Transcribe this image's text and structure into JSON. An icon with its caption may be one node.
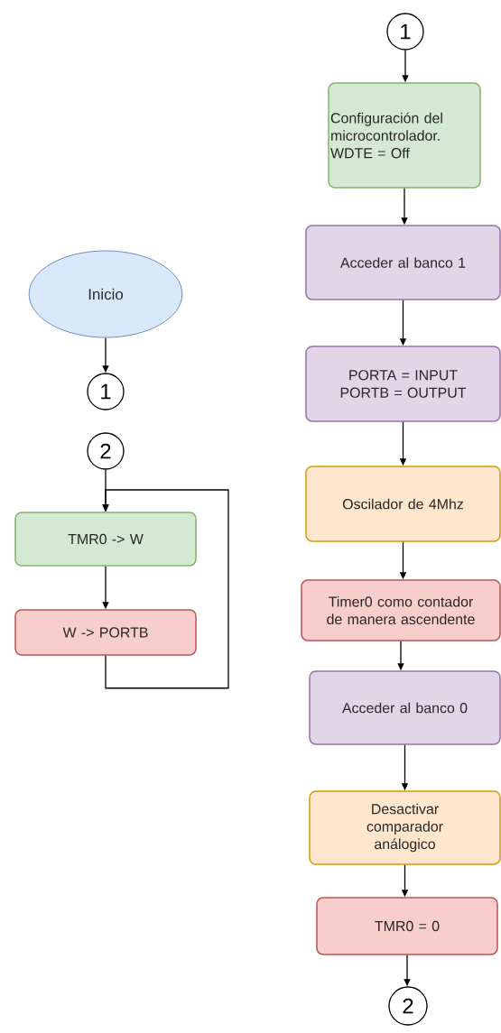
{
  "diagram": {
    "nodes": [
      {
        "text": [
          "Inicio"
        ]
      },
      {
        "text": [
          "1"
        ]
      },
      {
        "text": [
          "2"
        ]
      },
      {
        "text": [
          "TMR0 -> W"
        ]
      },
      {
        "text": [
          "W -> PORTB"
        ]
      },
      {
        "text": [
          "1"
        ]
      },
      {
        "text": [
          "Configuración del microcontrolador. WDTE = Off"
        ]
      },
      {
        "text": [
          "Acceder al banco 1"
        ]
      },
      {
        "text": [
          "PORTA = INPUT PORTB = OUTPUT"
        ]
      },
      {
        "text": [
          "Oscilador de 4Mhz"
        ]
      },
      {
        "text": [
          "Timer0 como contador de manera ascendente"
        ]
      },
      {
        "text": [
          "Acceder al banco 0"
        ]
      },
      {
        "text": [
          "Desactivar comparador análogico"
        ]
      },
      {
        "text": [
          "TMR0 = 0"
        ]
      },
      {
        "text": [
          "2"
        ]
      }
    ],
    "edges": [
      {
        "from": 0,
        "to": 1,
        "arrow": "to"
      },
      {
        "from": 2,
        "to": 3,
        "arrow": "to"
      },
      {
        "from": 3,
        "to": 4,
        "arrow": "to"
      },
      {
        "from": 4,
        "to": 3,
        "arrow": "to"
      },
      {
        "from": 5,
        "to": 6,
        "arrow": "to"
      },
      {
        "from": 6,
        "to": 7,
        "arrow": "to"
      },
      {
        "from": 7,
        "to": 8,
        "arrow": "to"
      },
      {
        "from": 8,
        "to": 9,
        "arrow": "to"
      },
      {
        "from": 9,
        "to": 10,
        "arrow": "to"
      },
      {
        "from": 10,
        "to": 11,
        "arrow": "to"
      },
      {
        "from": 11,
        "to": 12,
        "arrow": "to"
      },
      {
        "from": 12,
        "to": 13,
        "arrow": "to"
      },
      {
        "from": 13,
        "to": 14,
        "arrow": "to"
      }
    ]
  }
}
